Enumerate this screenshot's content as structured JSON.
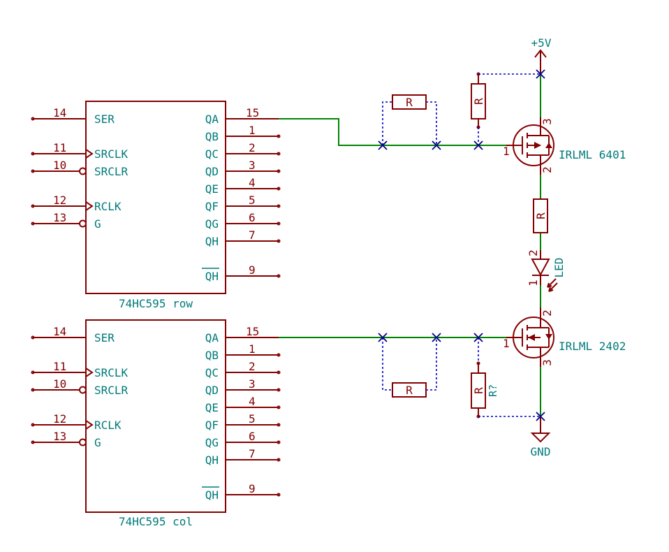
{
  "chips": [
    {
      "ref_label": "74HC595 row",
      "left_pins": [
        {
          "num": "14",
          "name": "SER"
        },
        {
          "num": "11",
          "name": "SRCLK"
        },
        {
          "num": "10",
          "name": "SRCLR"
        },
        {
          "num": "12",
          "name": "RCLK"
        },
        {
          "num": "13",
          "name": "G"
        }
      ],
      "right_pins": [
        {
          "num": "15",
          "name": "QA"
        },
        {
          "num": "1",
          "name": "QB"
        },
        {
          "num": "2",
          "name": "QC"
        },
        {
          "num": "3",
          "name": "QD"
        },
        {
          "num": "4",
          "name": "QE"
        },
        {
          "num": "5",
          "name": "QF"
        },
        {
          "num": "6",
          "name": "QG"
        },
        {
          "num": "7",
          "name": "QH"
        },
        {
          "num": "9",
          "name": "QH"
        }
      ]
    },
    {
      "ref_label": "74HC595 col",
      "left_pins": [
        {
          "num": "14",
          "name": "SER"
        },
        {
          "num": "11",
          "name": "SRCLK"
        },
        {
          "num": "10",
          "name": "SRCLR"
        },
        {
          "num": "12",
          "name": "RCLK"
        },
        {
          "num": "13",
          "name": "G"
        }
      ],
      "right_pins": [
        {
          "num": "15",
          "name": "QA"
        },
        {
          "num": "1",
          "name": "QB"
        },
        {
          "num": "2",
          "name": "QC"
        },
        {
          "num": "3",
          "name": "QD"
        },
        {
          "num": "4",
          "name": "QE"
        },
        {
          "num": "5",
          "name": "QF"
        },
        {
          "num": "6",
          "name": "QG"
        },
        {
          "num": "7",
          "name": "QH"
        },
        {
          "num": "9",
          "name": "QH"
        }
      ]
    }
  ],
  "resistors": {
    "top_horizontal": "R",
    "top_vertical": "R",
    "middle_vertical": "R",
    "bottom_horizontal": "R",
    "bottom_vertical": "R",
    "bottom_vertical_ref": "R?"
  },
  "mosfet_top": {
    "label": "IRLML 6401",
    "gate_pin": "1",
    "source_pin": "3",
    "drain_pin": "2"
  },
  "mosfet_bottom": {
    "label": "IRLML 2402",
    "gate_pin": "1",
    "drain_pin": "2",
    "source_pin": "3"
  },
  "led": {
    "label": "LED",
    "anode_pin": "2",
    "cathode_pin": "1"
  },
  "power": {
    "vcc": "+5V",
    "gnd": "GND"
  },
  "colors": {
    "component": "#840000",
    "wire": "#008400",
    "text": "#007a7a",
    "no_connect": "#00008a"
  }
}
